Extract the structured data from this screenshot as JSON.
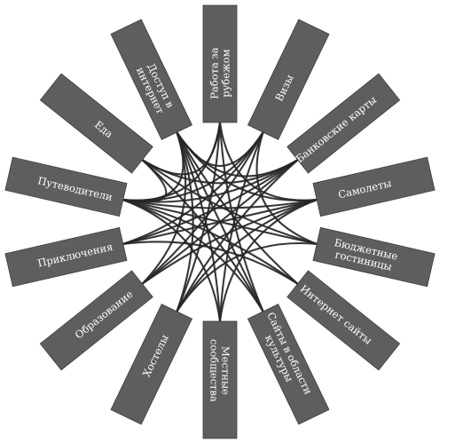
{
  "diagram": {
    "nodes": [
      {
        "id": "rabota",
        "lines": [
          "Работа за",
          "рубежом"
        ]
      },
      {
        "id": "vizy",
        "lines": [
          "Визы"
        ]
      },
      {
        "id": "bank",
        "lines": [
          "Банковские карты"
        ]
      },
      {
        "id": "samolety",
        "lines": [
          "Самолеты"
        ]
      },
      {
        "id": "gostinitsy",
        "lines": [
          "Бюджетные",
          "гостиницы"
        ]
      },
      {
        "id": "internet_saity",
        "lines": [
          "Интернет сайты"
        ]
      },
      {
        "id": "kultura",
        "lines": [
          "Сайты в области",
          "культуры"
        ]
      },
      {
        "id": "soobshchestva",
        "lines": [
          "Местные",
          "сообщества"
        ]
      },
      {
        "id": "hostely",
        "lines": [
          "Хостелы"
        ]
      },
      {
        "id": "obrazovanie",
        "lines": [
          "Образование"
        ]
      },
      {
        "id": "priklyucheniya",
        "lines": [
          "Приключения"
        ]
      },
      {
        "id": "putevoditeli",
        "lines": [
          "Путеводители"
        ]
      },
      {
        "id": "eda",
        "lines": [
          "Еда"
        ]
      },
      {
        "id": "dostup",
        "lines": [
          "Доступ в",
          "интернет"
        ]
      }
    ],
    "links": [
      [
        "rabota",
        "samolety"
      ],
      [
        "rabota",
        "kultura"
      ],
      [
        "rabota",
        "hostely"
      ],
      [
        "rabota",
        "putevoditeli"
      ],
      [
        "vizy",
        "obrazovanie"
      ],
      [
        "vizy",
        "putevoditeli"
      ],
      [
        "vizy",
        "soobshchestva"
      ],
      [
        "vizy",
        "gostinitsy"
      ],
      [
        "bank",
        "hostely"
      ],
      [
        "bank",
        "priklyucheniya"
      ],
      [
        "bank",
        "eda"
      ],
      [
        "bank",
        "putevoditeli"
      ],
      [
        "samolety",
        "putevoditeli"
      ],
      [
        "samolety",
        "dostup"
      ],
      [
        "samolety",
        "obrazovanie"
      ],
      [
        "samolety",
        "soobshchestva"
      ],
      [
        "gostinitsy",
        "putevoditeli"
      ],
      [
        "gostinitsy",
        "eda"
      ],
      [
        "gostinitsy",
        "hostely"
      ],
      [
        "internet_saity",
        "dostup"
      ],
      [
        "internet_saity",
        "priklyucheniya"
      ],
      [
        "internet_saity",
        "putevoditeli"
      ],
      [
        "kultura",
        "dostup"
      ],
      [
        "kultura",
        "putevoditeli"
      ],
      [
        "kultura",
        "eda"
      ],
      [
        "soobshchestva",
        "putevoditeli"
      ],
      [
        "soobshchestva",
        "dostup"
      ],
      [
        "hostely",
        "dostup"
      ],
      [
        "hostely",
        "samolety"
      ],
      [
        "obrazovanie",
        "dostup"
      ],
      [
        "obrazovanie",
        "bank"
      ],
      [
        "priklyucheniya",
        "vizy"
      ],
      [
        "priklyucheniya",
        "samolety"
      ],
      [
        "putevoditeli",
        "eda"
      ],
      [
        "putevoditeli",
        "dostup"
      ],
      [
        "eda",
        "rabota"
      ],
      [
        "dostup",
        "vizy"
      ],
      [
        "dostup",
        "bank"
      ]
    ]
  }
}
